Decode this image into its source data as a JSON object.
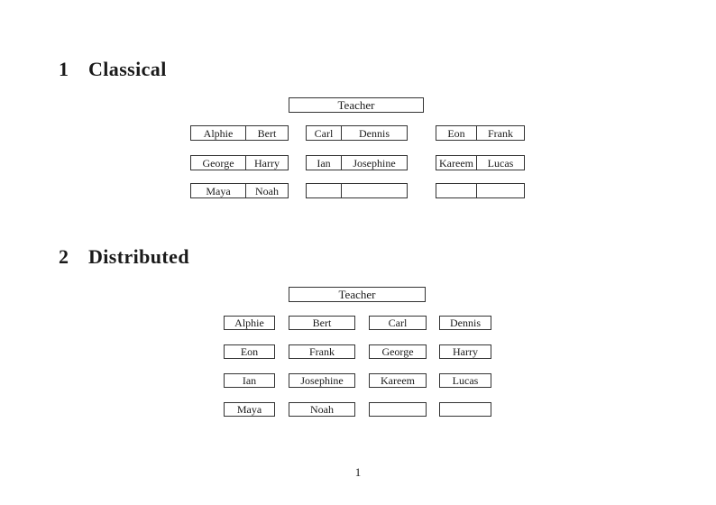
{
  "document": {
    "page_number": "1",
    "colors": {
      "ink": "#1a1a1a",
      "border": "#333333",
      "paper": "#ffffff"
    }
  },
  "sections": [
    {
      "number": "1",
      "title": "Classical",
      "teacher_label": "Teacher",
      "desks": [
        {
          "seats": [
            "Alphie",
            "Bert"
          ]
        },
        {
          "seats": [
            "Carl",
            "Dennis"
          ]
        },
        {
          "seats": [
            "Eon",
            "Frank"
          ]
        },
        {
          "seats": [
            "George",
            "Harry"
          ]
        },
        {
          "seats": [
            "Ian",
            "Josephine"
          ]
        },
        {
          "seats": [
            "Kareem",
            "Lucas"
          ]
        },
        {
          "seats": [
            "Maya",
            "Noah"
          ]
        },
        {
          "seats": [
            "",
            ""
          ]
        },
        {
          "seats": [
            "",
            ""
          ]
        }
      ]
    },
    {
      "number": "2",
      "title": "Distributed",
      "teacher_label": "Teacher",
      "desks": [
        {
          "seats": [
            "Alphie"
          ]
        },
        {
          "seats": [
            "Bert"
          ]
        },
        {
          "seats": [
            "Carl"
          ]
        },
        {
          "seats": [
            "Dennis"
          ]
        },
        {
          "seats": [
            "Eon"
          ]
        },
        {
          "seats": [
            "Frank"
          ]
        },
        {
          "seats": [
            "George"
          ]
        },
        {
          "seats": [
            "Harry"
          ]
        },
        {
          "seats": [
            "Ian"
          ]
        },
        {
          "seats": [
            "Josephine"
          ]
        },
        {
          "seats": [
            "Kareem"
          ]
        },
        {
          "seats": [
            "Lucas"
          ]
        },
        {
          "seats": [
            "Maya"
          ]
        },
        {
          "seats": [
            "Noah"
          ]
        },
        {
          "seats": [
            ""
          ]
        },
        {
          "seats": [
            ""
          ]
        }
      ]
    }
  ]
}
